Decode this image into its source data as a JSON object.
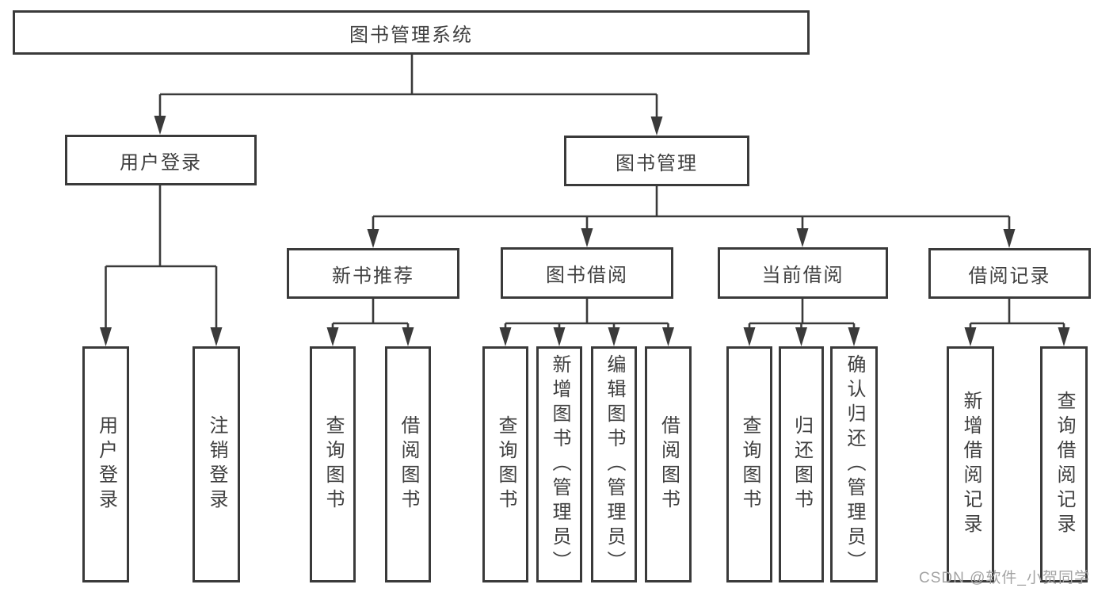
{
  "diagram": {
    "root": {
      "label": "图书管理系统"
    },
    "branches": [
      {
        "label": "用户登录",
        "children": [
          {
            "label": "用户登录"
          },
          {
            "label": "注销登录"
          }
        ]
      },
      {
        "label": "图书管理",
        "sections": [
          {
            "label": "新书推荐",
            "children": [
              {
                "label": "查询图书"
              },
              {
                "label": "借阅图书"
              }
            ]
          },
          {
            "label": "图书借阅",
            "children": [
              {
                "label": "查询图书"
              },
              {
                "label": "新增图书（管理员）"
              },
              {
                "label": "编辑图书（管理员）"
              },
              {
                "label": "借阅图书"
              }
            ]
          },
          {
            "label": "当前借阅",
            "children": [
              {
                "label": "查询图书"
              },
              {
                "label": "归还图书"
              },
              {
                "label": "确认归还（管理员）"
              }
            ]
          },
          {
            "label": "借阅记录",
            "children": [
              {
                "label": "新增借阅记录"
              },
              {
                "label": "查询借阅记录"
              }
            ]
          }
        ]
      }
    ],
    "watermark": "CSDN @软件_小贺同学"
  },
  "colors": {
    "line": "#3a3a3a",
    "text": "#3f3f3f",
    "watermark": "#a3a3a3",
    "background": "#ffffff"
  }
}
